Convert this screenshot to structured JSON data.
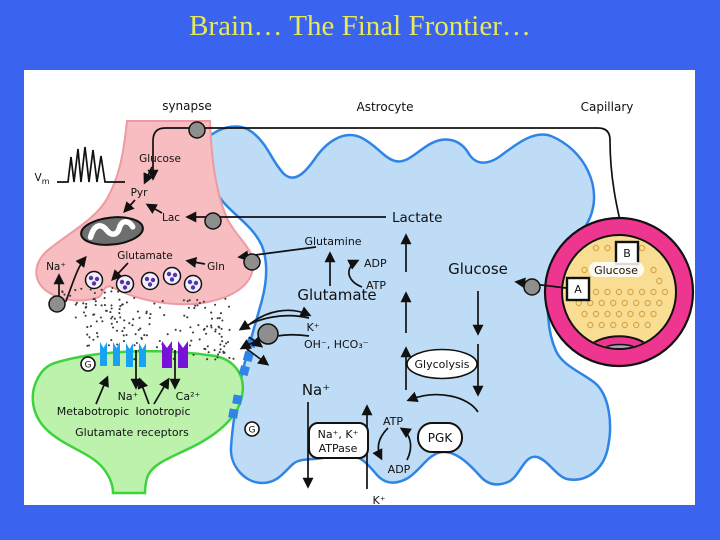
{
  "slide": {
    "title": "Brain… The Final Frontier…"
  },
  "diagram": {
    "regions": {
      "synapse": "synapse",
      "astrocyte": "Astrocyte",
      "capillary": "Capillary"
    },
    "synapse": {
      "vm_base": "V",
      "vm_sub": "m",
      "glucose": "Glucose",
      "pyr": "Pyr",
      "lac": "Lac",
      "glutamate": "Glutamate",
      "na": "Na⁺",
      "gln": "Gln"
    },
    "postsynaptic": {
      "g": "G",
      "na": "Na⁺",
      "ca": "Ca²⁺",
      "metabotropic": "Metabotropic",
      "ionotropic": "Ionotropic",
      "caption": "Glutamate receptors"
    },
    "astrocyte": {
      "lactate": "Lactate",
      "glutamine": "Glutamine",
      "adp_top": "ADP",
      "atp_top": "ATP",
      "glutamate": "Glutamate",
      "k_in": "K⁺",
      "anions": "OH⁻, HCO₃⁻",
      "na": "Na⁺",
      "g": "G",
      "glucose": "Glucose",
      "glycolysis": "Glycolysis",
      "atpase_line1": "Na⁺, K⁺",
      "atpase_line2": "ATPase",
      "atp": "ATP",
      "adp": "ADP",
      "pgk": "PGK",
      "k_bottom": "K⁺"
    },
    "capillary": {
      "glucose": "Glucose",
      "transporter_a": "A",
      "transporter_b": "B"
    },
    "colors": {
      "background": "#3A63EF",
      "title_text": "#E7E957",
      "synapse_fill": "#F7BDC1",
      "synapse_stroke": "#ED9BA0",
      "astrocyte_fill": "#BEDCF5",
      "astrocyte_stroke": "#2F85E5",
      "dendrite_fill": "#BCF2AC",
      "dendrite_stroke": "#3FD23F",
      "capillary_ring": "#EE3690",
      "capillary_lumen": "#F8DD92",
      "ionotropic_channel": "#17A3F2",
      "metabotropic_channel": "#7712D8",
      "transporter_gray": "#8E8E8E",
      "vesicle_dot": "#5533AA"
    }
  }
}
